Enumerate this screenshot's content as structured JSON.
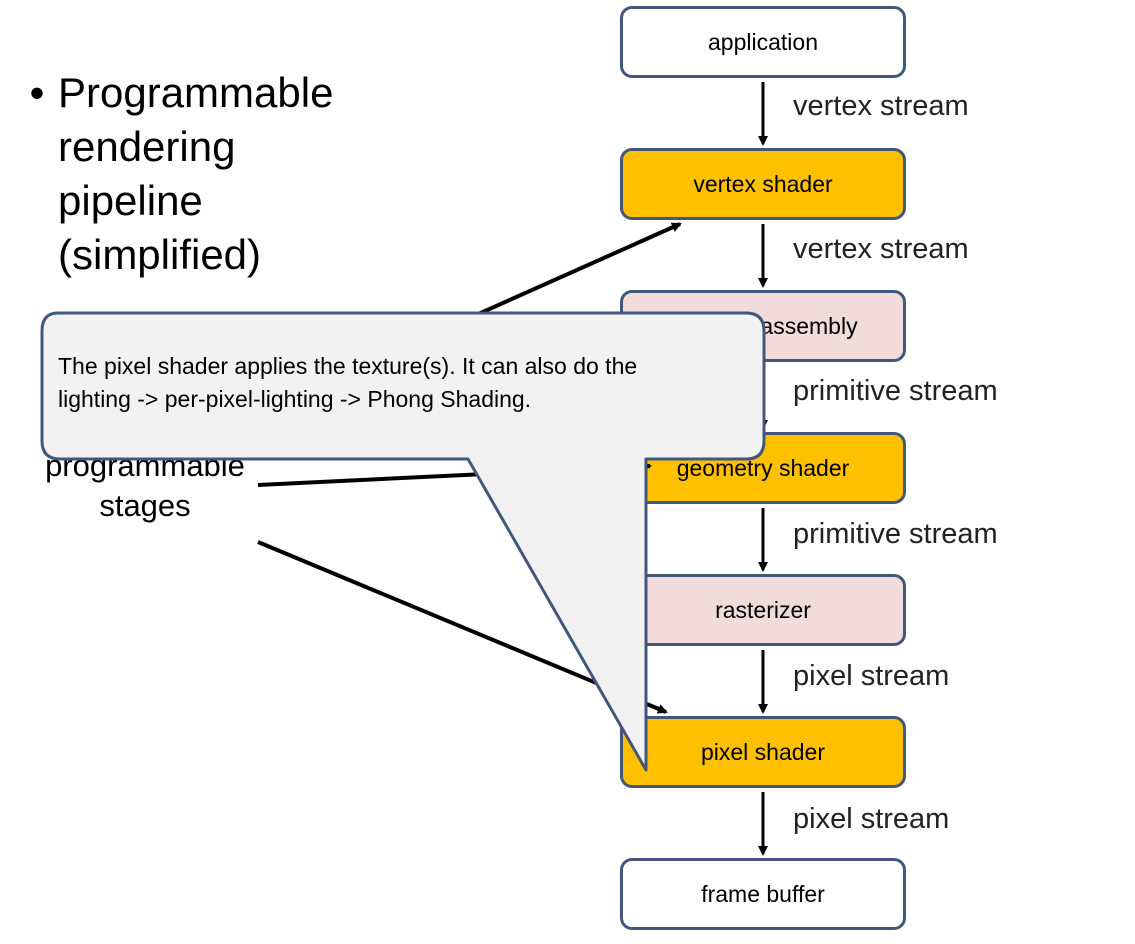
{
  "slide": {
    "bullet_lines": [
      "Programmable",
      "rendering",
      "pipeline",
      "(simplified)"
    ],
    "side_label_lines": [
      "programmable",
      "stages"
    ]
  },
  "pipeline": {
    "stages": [
      {
        "label": "application",
        "kind": "plain"
      },
      {
        "label": "vertex shader",
        "kind": "programmable"
      },
      {
        "label": "primitive assembly",
        "kind": "fixed"
      },
      {
        "label": "geometry shader",
        "kind": "programmable"
      },
      {
        "label": "rasterizer",
        "kind": "fixed"
      },
      {
        "label": "pixel shader",
        "kind": "programmable"
      },
      {
        "label": "frame buffer",
        "kind": "plain"
      }
    ],
    "streams": [
      "vertex stream",
      "vertex stream",
      "primitive stream",
      "primitive stream",
      "pixel stream",
      "pixel stream"
    ]
  },
  "callout": {
    "text_lines": [
      "The pixel shader applies the texture(s). It can also do the",
      "lighting -> per-pixel-lighting -> Phong Shading."
    ]
  },
  "colors": {
    "programmable": "#ffc000",
    "fixed": "#f2dcdb",
    "plain": "#ffffff",
    "border": "#41587c",
    "callout_fill": "#f2f2f2"
  }
}
